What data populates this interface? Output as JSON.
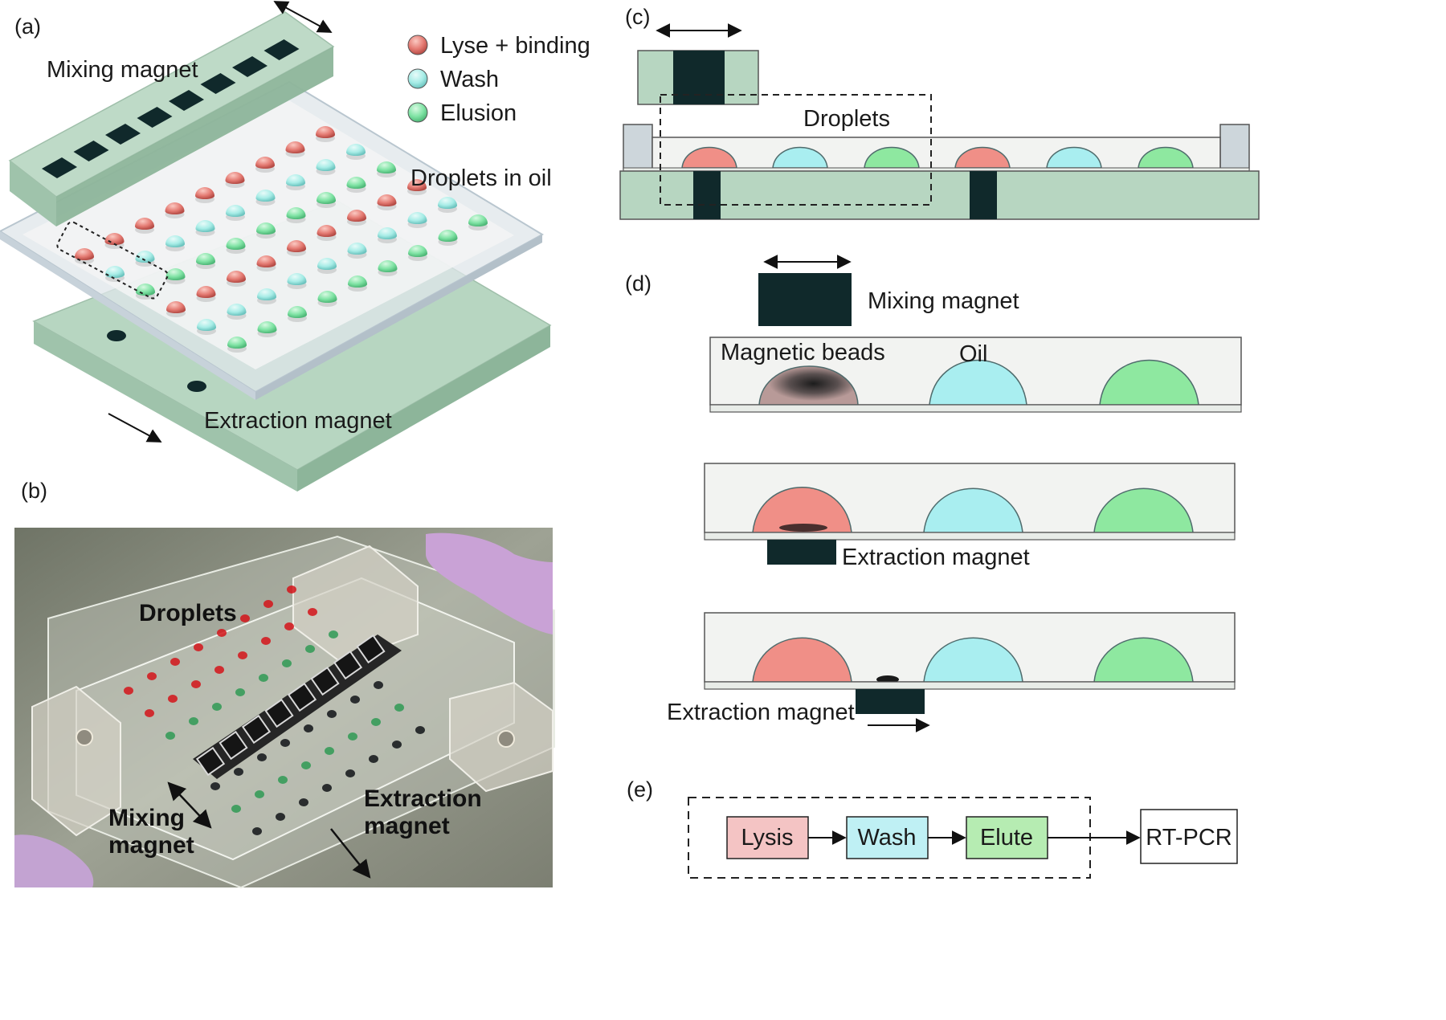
{
  "panels": {
    "a": {
      "label": "(a)",
      "mixing_magnet": "Mixing magnet",
      "droplets_in_oil": "Droplets in oil",
      "extraction_magnet": "Extraction magnet",
      "legend": [
        {
          "label": "Lyse + binding",
          "color": "#e47a72"
        },
        {
          "label": "Wash",
          "color": "#a6ece6"
        },
        {
          "label": "Elusion",
          "color": "#7fe3a4"
        }
      ]
    },
    "b": {
      "label": "(b)",
      "droplets": "Droplets",
      "mixing_magnet_line1": "Mixing",
      "mixing_magnet_line2": "magnet",
      "extraction_magnet_line1": "Extraction",
      "extraction_magnet_line2": "magnet"
    },
    "c": {
      "label": "(c)",
      "droplets": "Droplets",
      "droplet_sequence": [
        "lysis",
        "wash",
        "elute",
        "lysis",
        "wash",
        "elute"
      ]
    },
    "d": {
      "label": "(d)",
      "mixing_magnet": "Mixing magnet",
      "magnetic_beads": "Magnetic beads",
      "oil": "Oil",
      "extraction_magnet_1": "Extraction magnet",
      "extraction_magnet_2": "Extraction magnet"
    },
    "e": {
      "label": "(e)",
      "steps": [
        "Lysis",
        "Wash",
        "Elute"
      ],
      "final_step": "RT-PCR"
    }
  },
  "colors": {
    "lysis": "#f08f87",
    "wash": "#a9eef0",
    "elute": "#8ee8a0",
    "magnet": "#10292b",
    "slab": "#b7d6c1",
    "oil": "#f2f3f1",
    "lysis_box": "#f4c4c4",
    "wash_box": "#bff0f4",
    "elute_box": "#b6ecb2"
  }
}
